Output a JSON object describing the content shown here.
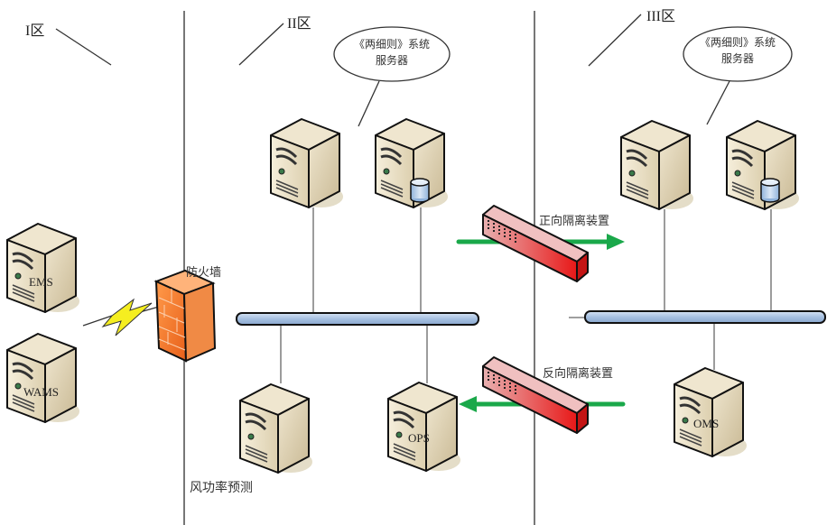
{
  "zones": {
    "zone1": "I区",
    "zone2": "II区",
    "zone3": "III区"
  },
  "callouts": {
    "zone2_bubble_line1": "《两细则》系统",
    "zone2_bubble_line2": "服务器",
    "zone3_bubble_line1": "《两细则》系统",
    "zone3_bubble_line2": "服务器"
  },
  "devices": {
    "firewall": "防火墙",
    "forward_isolator": "正向隔离装置",
    "reverse_isolator": "反向隔离装置"
  },
  "servers": {
    "ems": "EMS",
    "wams": "WAMS",
    "ops": "OPS",
    "oms": "OMS",
    "wind_forecast": "风功率预测"
  },
  "colors": {
    "server_body": "#e8dcc0",
    "bus": "#a9c3e3",
    "isolator": "#e03030",
    "firewall": "#f07a30",
    "arrow": "#1aa84a",
    "lightning": "#f5ee20"
  }
}
